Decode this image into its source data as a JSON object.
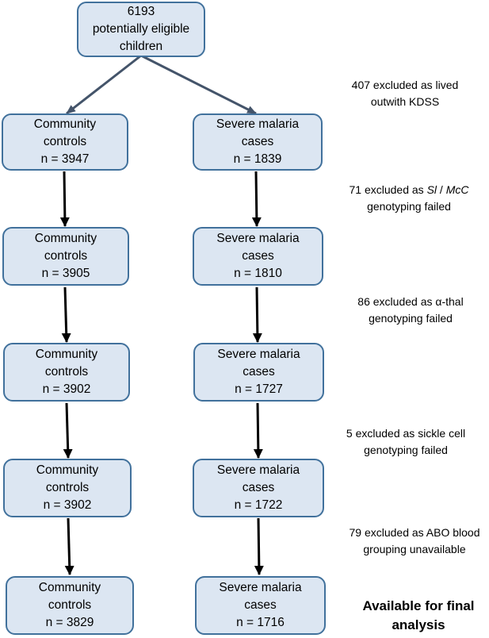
{
  "top": {
    "line1": "6193",
    "line2": "potentially eligible",
    "line3": "children"
  },
  "stages": [
    {
      "left": {
        "line1": "Community",
        "line2": "controls",
        "line3": "n = 3947"
      },
      "right": {
        "line1": "Severe malaria",
        "line2": "cases",
        "line3": "n = 1839"
      },
      "note": {
        "line1": "407 excluded as lived",
        "line2": "outwith KDSS"
      }
    },
    {
      "left": {
        "line1": "Community",
        "line2": "controls",
        "line3": "n = 3905"
      },
      "right": {
        "line1": "Severe malaria",
        "line2": "cases",
        "line3": "n = 1810"
      },
      "note": {
        "pre": "71 excluded as ",
        "em1": "Sl",
        "mid": " / ",
        "em2": "McC",
        "line2": "genotyping failed"
      }
    },
    {
      "left": {
        "line1": "Community",
        "line2": "controls",
        "line3": "n = 3902"
      },
      "right": {
        "line1": "Severe malaria",
        "line2": "cases",
        "line3": "n = 1727"
      },
      "note": {
        "line1": "86 excluded as α-thal",
        "line2": "genotyping failed"
      }
    },
    {
      "left": {
        "line1": "Community",
        "line2": "controls",
        "line3": "n = 3902"
      },
      "right": {
        "line1": "Severe malaria",
        "line2": "cases",
        "line3": "n = 1722"
      },
      "note": {
        "line1": "5 excluded as sickle cell",
        "line2": "genotyping failed"
      }
    },
    {
      "left": {
        "line1": "Community",
        "line2": "controls",
        "line3": "n = 3829"
      },
      "right": {
        "line1": "Severe malaria",
        "line2": "cases",
        "line3": "n = 1716"
      },
      "note": {
        "line1": "79 excluded as ABO blood",
        "line2": "grouping unavailable"
      }
    }
  ],
  "final_label": {
    "line1": "Available for final",
    "line2": "analysis"
  },
  "colors": {
    "box_fill": "#dce6f2",
    "box_border": "#41719c",
    "top_arrow": "#44546a",
    "arrow": "#000000"
  }
}
